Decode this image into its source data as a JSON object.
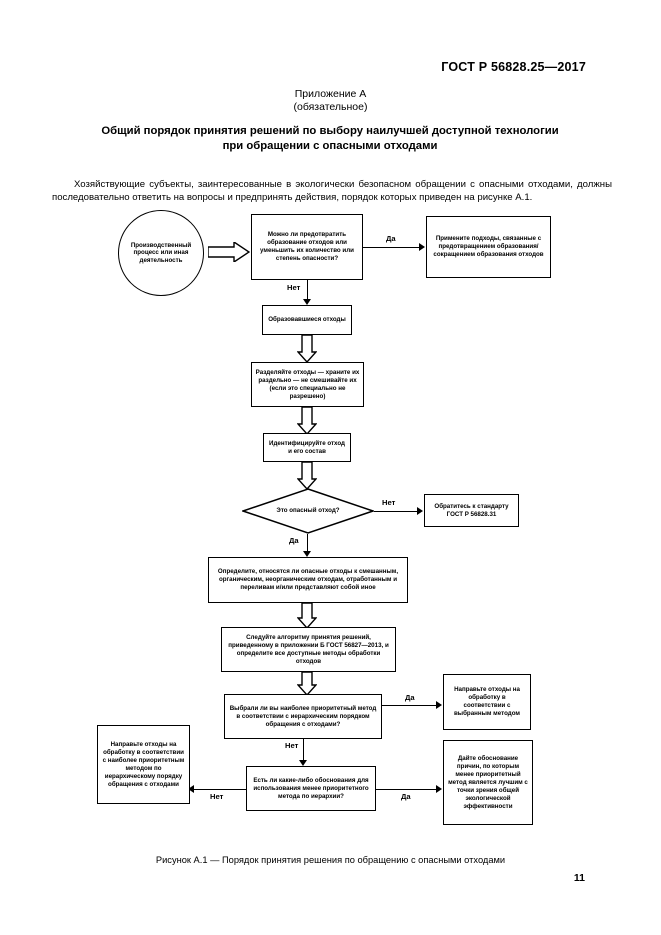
{
  "header": {
    "standard": "ГОСТ Р 56828.25—2017",
    "page_number": "11"
  },
  "annex": {
    "line1": "Приложение А",
    "line2": "(обязательное)"
  },
  "title": {
    "line1": "Общий порядок принятия решений по выбору наилучшей доступной технологии",
    "line2": "при обращении с опасными отходами"
  },
  "intro": {
    "text": "Хозяйствующие субъекты, заинтересованные в экологически безопасном обращении с опасными отходами, должны последовательно ответить на вопросы и предпринять действия, порядок которых приведен на рисунке А.1."
  },
  "caption": {
    "text": "Рисунок А.1 — Порядок принятия решения по обращению с опасными отходами"
  },
  "flowchart": {
    "labels": {
      "yes": "Да",
      "no": "Нет"
    },
    "nodes": {
      "start": "Производственный процесс или иная деятельность",
      "q_prevent": "Можно ли предотвратить образование отходов или уменьшить их количество или степень опасности?",
      "apply_prevention": "Примените подходы, связанные с предотвращением образования/сокращением образования отходов",
      "generated_waste": "Образовавшиеся отходы",
      "separate": "Разделяйте отходы — храните их раздельно — не смешивайте их (если это специально не разрешено)",
      "identify": "Идентифицируйте отход и его состав",
      "q_hazardous": "Это опасный отход?",
      "refer_standard": "Обратитесь к стандарту ГОСТ Р 56828.31",
      "determine_type": "Определите, относятся ли опасные отходы к смешанным, органическим, неорганическим отходам, отработанным и переливам и/или представляют собой иное",
      "follow_algorithm": "Следуйте алгоритму принятия решений, приведенному в приложении Б ГОСТ 56827—2013, и определите все доступные методы обработки отходов",
      "q_priority_method": "Выбрали ли вы наиболее приоритетный метод в соответствии с иерархическим порядком обращения с отходами?",
      "send_hierarchy": "Направьте отходы на обработку в соответствии с наиболее приоритетным методом по иерархическому порядку обращения с отходами",
      "q_justification": "Есть ли какие-либо обоснования для использования менее приоритетного метода по иерархии?",
      "send_selected": "Направьте отходы на обработку в соответствии с выбранным методом",
      "give_justification": "Дайте обоснование причин, по которым менее приоритетный метод является лучшим с точки зрения общей экологической эффективности"
    }
  }
}
